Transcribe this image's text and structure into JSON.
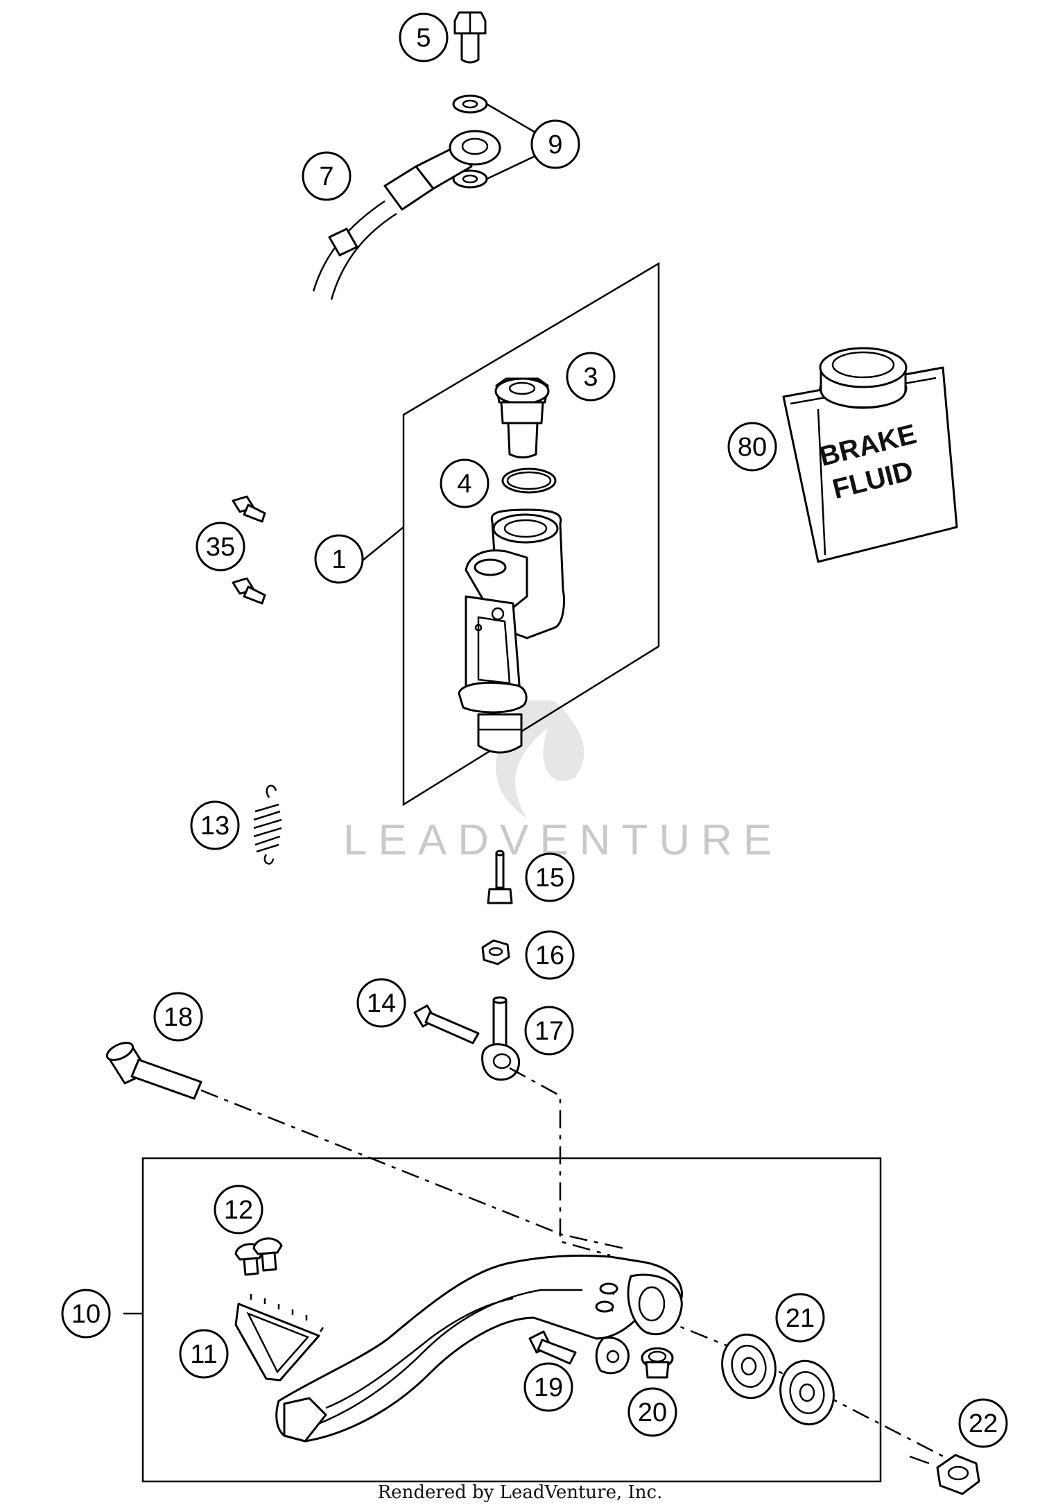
{
  "callouts": [
    {
      "id": "c5",
      "label": "5"
    },
    {
      "id": "c9",
      "label": "9"
    },
    {
      "id": "c7",
      "label": "7"
    },
    {
      "id": "c3",
      "label": "3"
    },
    {
      "id": "c80",
      "label": "80"
    },
    {
      "id": "c4",
      "label": "4"
    },
    {
      "id": "c35",
      "label": "35"
    },
    {
      "id": "c1",
      "label": "1"
    },
    {
      "id": "c13",
      "label": "13"
    },
    {
      "id": "c15",
      "label": "15"
    },
    {
      "id": "c16",
      "label": "16"
    },
    {
      "id": "c14",
      "label": "14"
    },
    {
      "id": "c17",
      "label": "17"
    },
    {
      "id": "c18",
      "label": "18"
    },
    {
      "id": "c12",
      "label": "12"
    },
    {
      "id": "c10",
      "label": "10"
    },
    {
      "id": "c21",
      "label": "21"
    },
    {
      "id": "c11",
      "label": "11"
    },
    {
      "id": "c19",
      "label": "19"
    },
    {
      "id": "c20",
      "label": "20"
    },
    {
      "id": "c22",
      "label": "22"
    }
  ],
  "fluid_can": {
    "line1": "BRAKE",
    "line2": "FLUID"
  },
  "watermark": "LEADVENTURE",
  "footer": "Rendered by LeadVenture, Inc."
}
